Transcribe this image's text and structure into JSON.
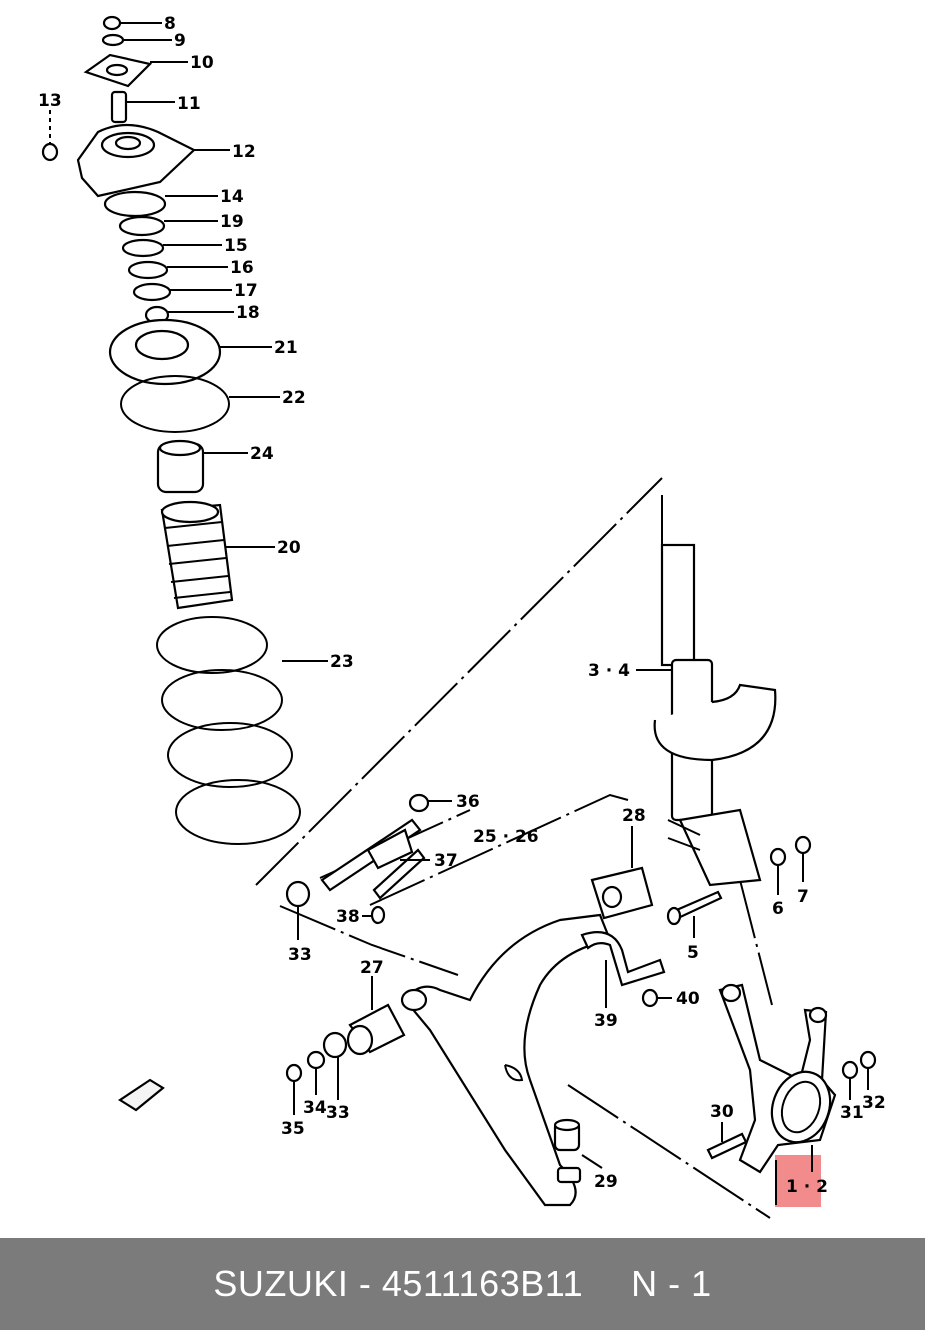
{
  "diagram": {
    "callouts": [
      "8",
      "9",
      "10",
      "11",
      "12",
      "13",
      "14",
      "19",
      "15",
      "16",
      "17",
      "18",
      "21",
      "22",
      "24",
      "20",
      "23",
      "3 · 4",
      "36",
      "37",
      "25 · 26",
      "28",
      "6",
      "7",
      "38",
      "33",
      "27",
      "5",
      "40",
      "39",
      "34",
      "35",
      "30",
      "31",
      "32",
      "29",
      "1 · 2"
    ],
    "highlight_color": "#f28b8b"
  },
  "footer": {
    "brand": "SUZUKI",
    "separator": "-",
    "part_number": "4511163B11",
    "page_label": "N - 1"
  }
}
